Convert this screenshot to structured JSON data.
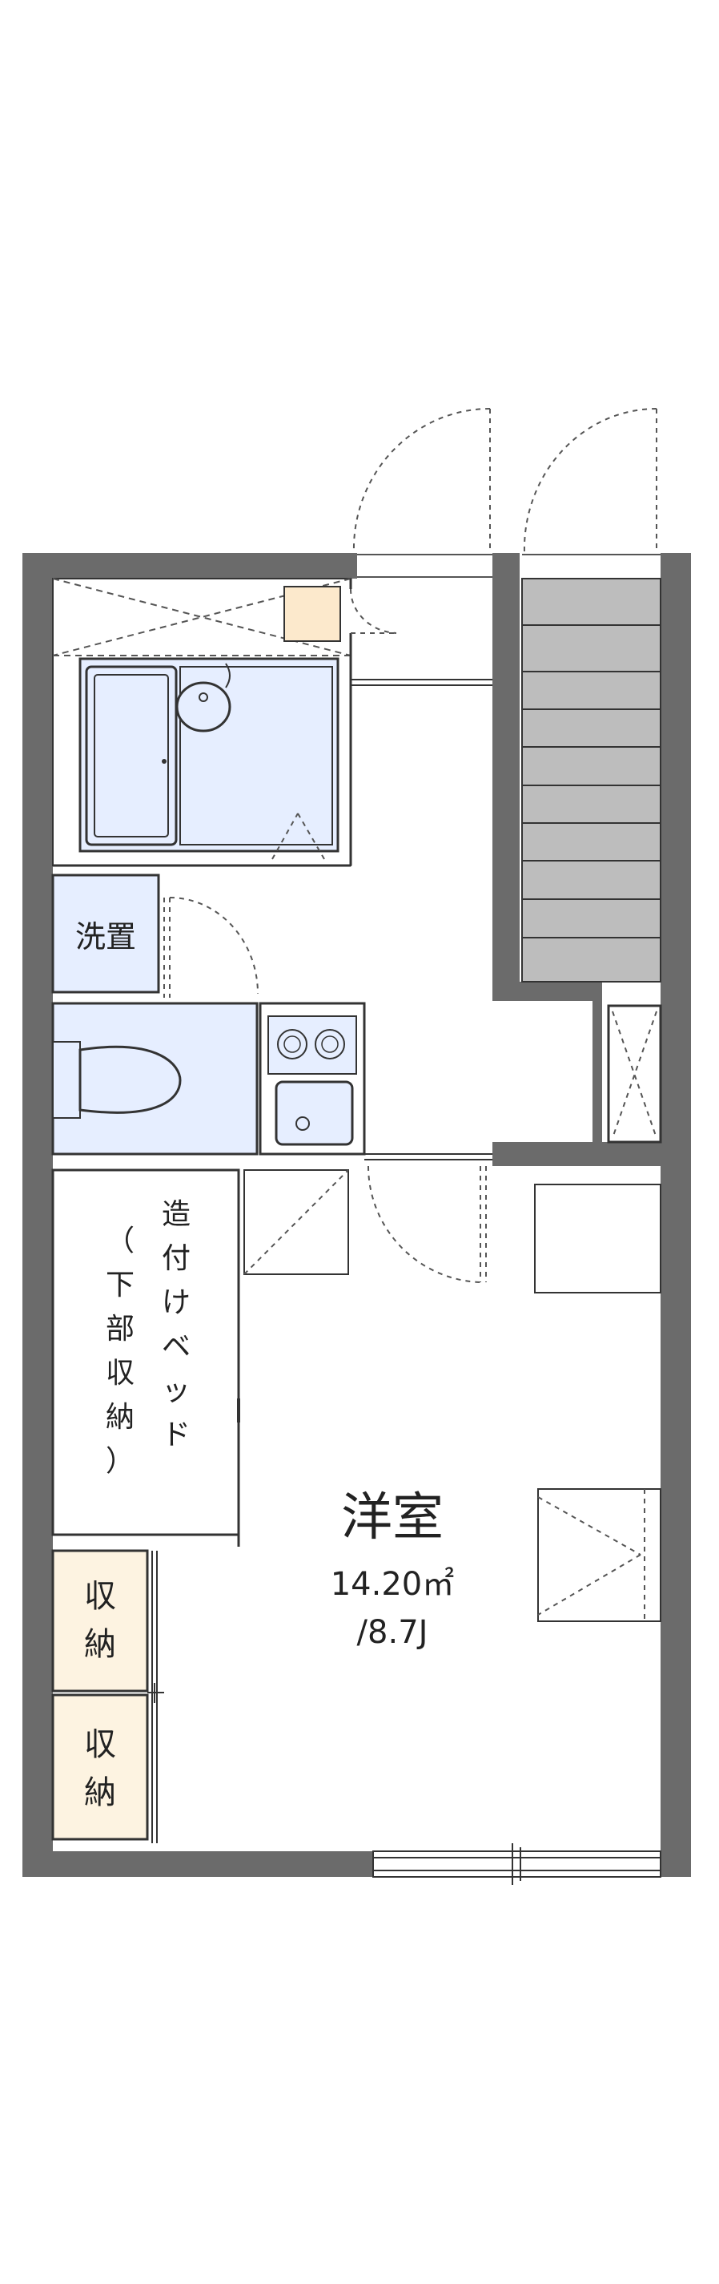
{
  "floorplan": {
    "room": {
      "name": "洋室",
      "area": "14.20㎡",
      "size": "/8.7J"
    },
    "labels": {
      "washroom": "洗置",
      "storage_1": "収納",
      "storage_2": "収納",
      "bed_col_1": [
        "造",
        "付",
        "け",
        "ベ",
        "ッ",
        "ド"
      ],
      "bed_col_2": [
        "（",
        "下",
        "部",
        "収",
        "納",
        "）"
      ]
    },
    "colors": {
      "wall": "#6b6b6b",
      "wet_area": "#e6eeff",
      "storage": "#fdf3e1",
      "stairs": "#bdbdbd",
      "closet_tile": "#fce9cc"
    }
  }
}
